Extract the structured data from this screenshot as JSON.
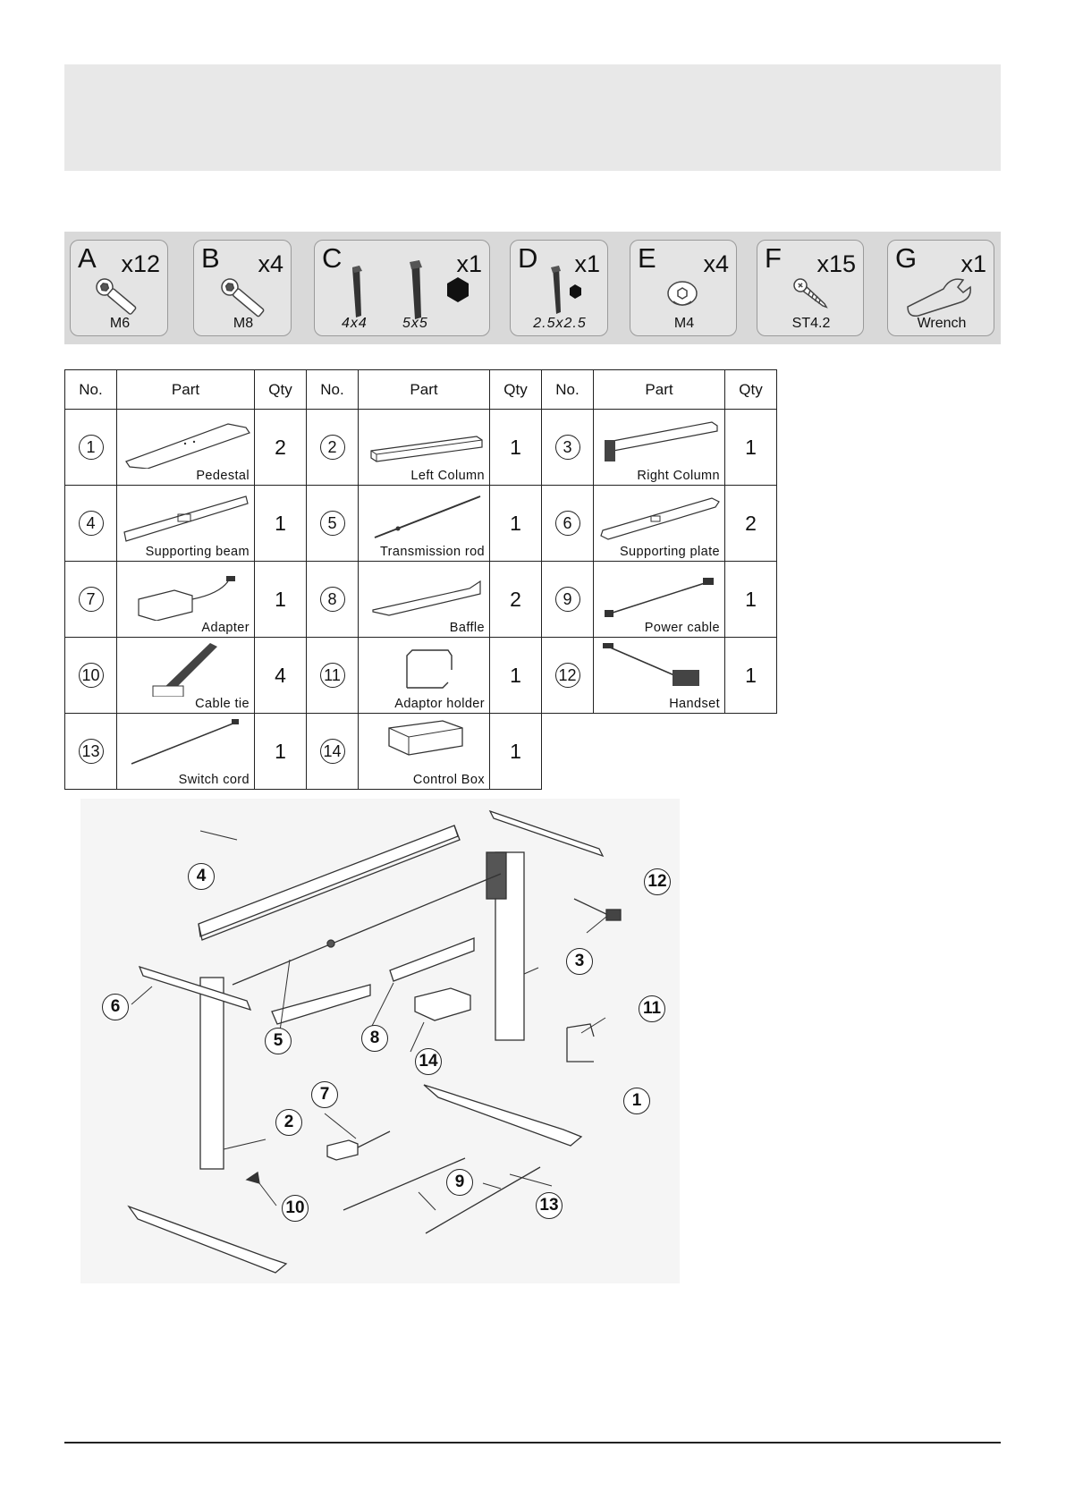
{
  "hardware": [
    {
      "letter": "A",
      "qty": "x12",
      "size": "M6",
      "icon": "hex-socket-bolt-icon"
    },
    {
      "letter": "B",
      "qty": "x4",
      "size": "M8",
      "icon": "countersunk-bolt-icon"
    },
    {
      "letter": "C",
      "qty": "x1",
      "sizes": [
        "4x4",
        "5x5"
      ],
      "icon": "allen-key-icon"
    },
    {
      "letter": "D",
      "qty": "x1",
      "size": "2.5x2.5",
      "icon": "allen-key-icon"
    },
    {
      "letter": "E",
      "qty": "x4",
      "size": "M4",
      "icon": "button-head-screw-icon"
    },
    {
      "letter": "F",
      "qty": "x15",
      "size": "ST4.2",
      "icon": "phillips-screw-icon"
    },
    {
      "letter": "G",
      "qty": "x1",
      "size": "Wrench",
      "icon": "wrench-icon"
    }
  ],
  "table": {
    "headers": {
      "no": "No.",
      "part": "Part",
      "qty": "Qty"
    },
    "parts": [
      {
        "no": "1",
        "name": "Pedestal",
        "qty": "2"
      },
      {
        "no": "2",
        "name": "Left Column",
        "qty": "1"
      },
      {
        "no": "3",
        "name": "Right Column",
        "qty": "1"
      },
      {
        "no": "4",
        "name": "Supporting beam",
        "qty": "1"
      },
      {
        "no": "5",
        "name": "Transmission rod",
        "qty": "1"
      },
      {
        "no": "6",
        "name": "Supporting plate",
        "qty": "2"
      },
      {
        "no": "7",
        "name": "Adapter",
        "qty": "1"
      },
      {
        "no": "8",
        "name": "Baffle",
        "qty": "2"
      },
      {
        "no": "9",
        "name": "Power cable",
        "qty": "1"
      },
      {
        "no": "10",
        "name": "Cable tie",
        "qty": "4"
      },
      {
        "no": "11",
        "name": "Adaptor holder",
        "qty": "1"
      },
      {
        "no": "12",
        "name": "Handset",
        "qty": "1"
      },
      {
        "no": "13",
        "name": "Switch cord",
        "qty": "1"
      },
      {
        "no": "14",
        "name": "Control Box",
        "qty": "1"
      }
    ]
  },
  "diagram": {
    "callouts": [
      "1",
      "2",
      "3",
      "4",
      "5",
      "6",
      "7",
      "8",
      "9",
      "10",
      "11",
      "12",
      "13",
      "14"
    ]
  }
}
